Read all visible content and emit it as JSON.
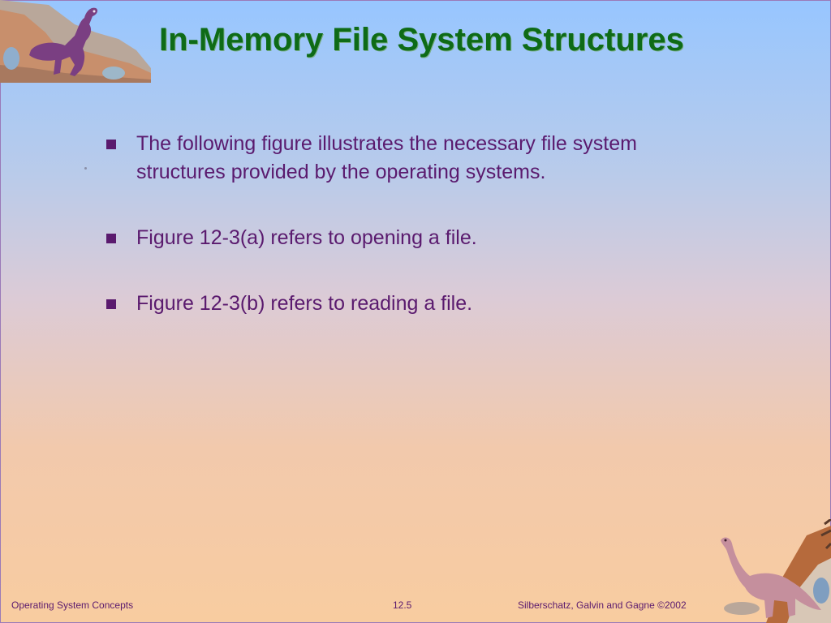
{
  "slide": {
    "title": "In-Memory File System Structures",
    "bullets": [
      "The following figure illustrates the necessary file system structures provided by the operating systems.",
      "Figure 12-3(a) refers to opening a file.",
      "Figure 12-3(b) refers to reading a file."
    ]
  },
  "footer": {
    "left": "Operating System Concepts",
    "center": "12.5",
    "right": "Silberschatz, Galvin and  Gagne ©2002"
  },
  "colors": {
    "title": "#0e6b17",
    "text": "#5a1a6e",
    "background_top": "#97c6ff",
    "background_bottom": "#f8cca0"
  },
  "icons": [
    "dinosaur-trex-icon",
    "dinosaur-brachiosaurus-icon"
  ]
}
